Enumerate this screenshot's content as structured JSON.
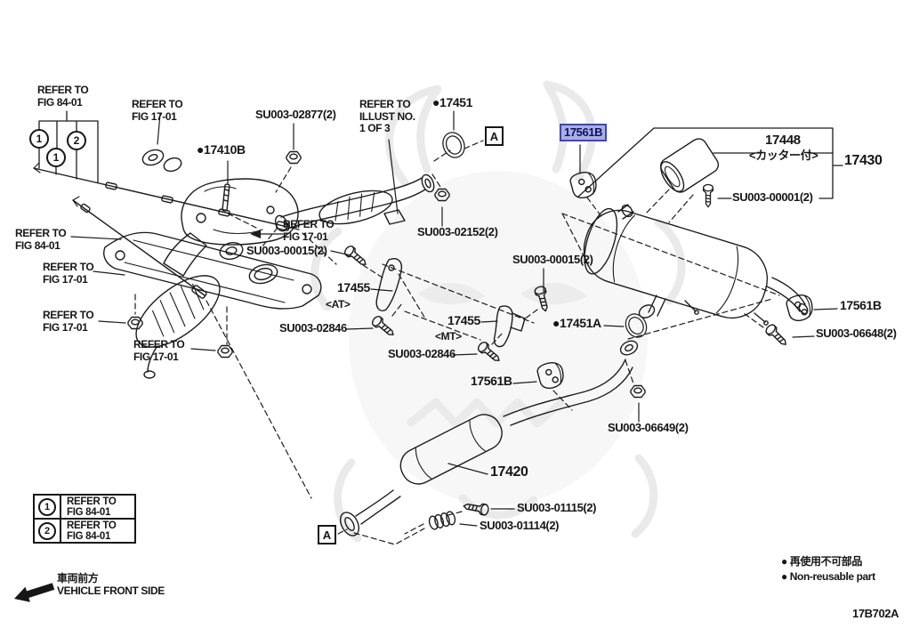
{
  "diagram": {
    "code": "17B702A",
    "highlight_color": "#a8aee6",
    "highlight_border": "#4247a6",
    "line_color": "#1a1a1a"
  },
  "text": {
    "refer_to": "REFER TO",
    "fig_84_01": "FIG 84-01",
    "fig_17_01": "FIG 17-01",
    "illust_no": "ILLUST NO.",
    "one_of_3": "1 OF 3",
    "su003_02877": "SU003-02877(2)",
    "p17451": "●17451",
    "p17410b": "●17410B",
    "p17561b": "17561B",
    "p17448": "17448",
    "cutter_note": "<カッター付>",
    "p17430": "17430",
    "su003_00001": "SU003-00001(2)",
    "su003_02152": "SU003-02152(2)",
    "su003_00015": "SU003-00015(2)",
    "p17455": "17455",
    "at_note": "<AT>",
    "mt_note": "<MT>",
    "su003_02846": "SU003-02846",
    "p17451a": "●17451A",
    "su003_06648": "SU003-06648(2)",
    "su003_06649": "SU003-06649(2)",
    "p17420": "17420",
    "su003_01115": "SU003-01115(2)",
    "su003_01114": "SU003-01114(2)",
    "detail_a": "A",
    "num1": "1",
    "num2": "2",
    "front_jp": "車両前方",
    "front_en": "VEHICLE FRONT SIDE",
    "nonreusable_jp": "● 再使用不可部品",
    "nonreusable_en": "● Non-reusable part",
    "code": "17B702A"
  },
  "legend": {
    "rows": [
      {
        "num": "1",
        "line1": "REFER TO",
        "line2": "FIG 84-01"
      },
      {
        "num": "2",
        "line1": "REFER TO",
        "line2": "FIG 84-01"
      }
    ]
  }
}
